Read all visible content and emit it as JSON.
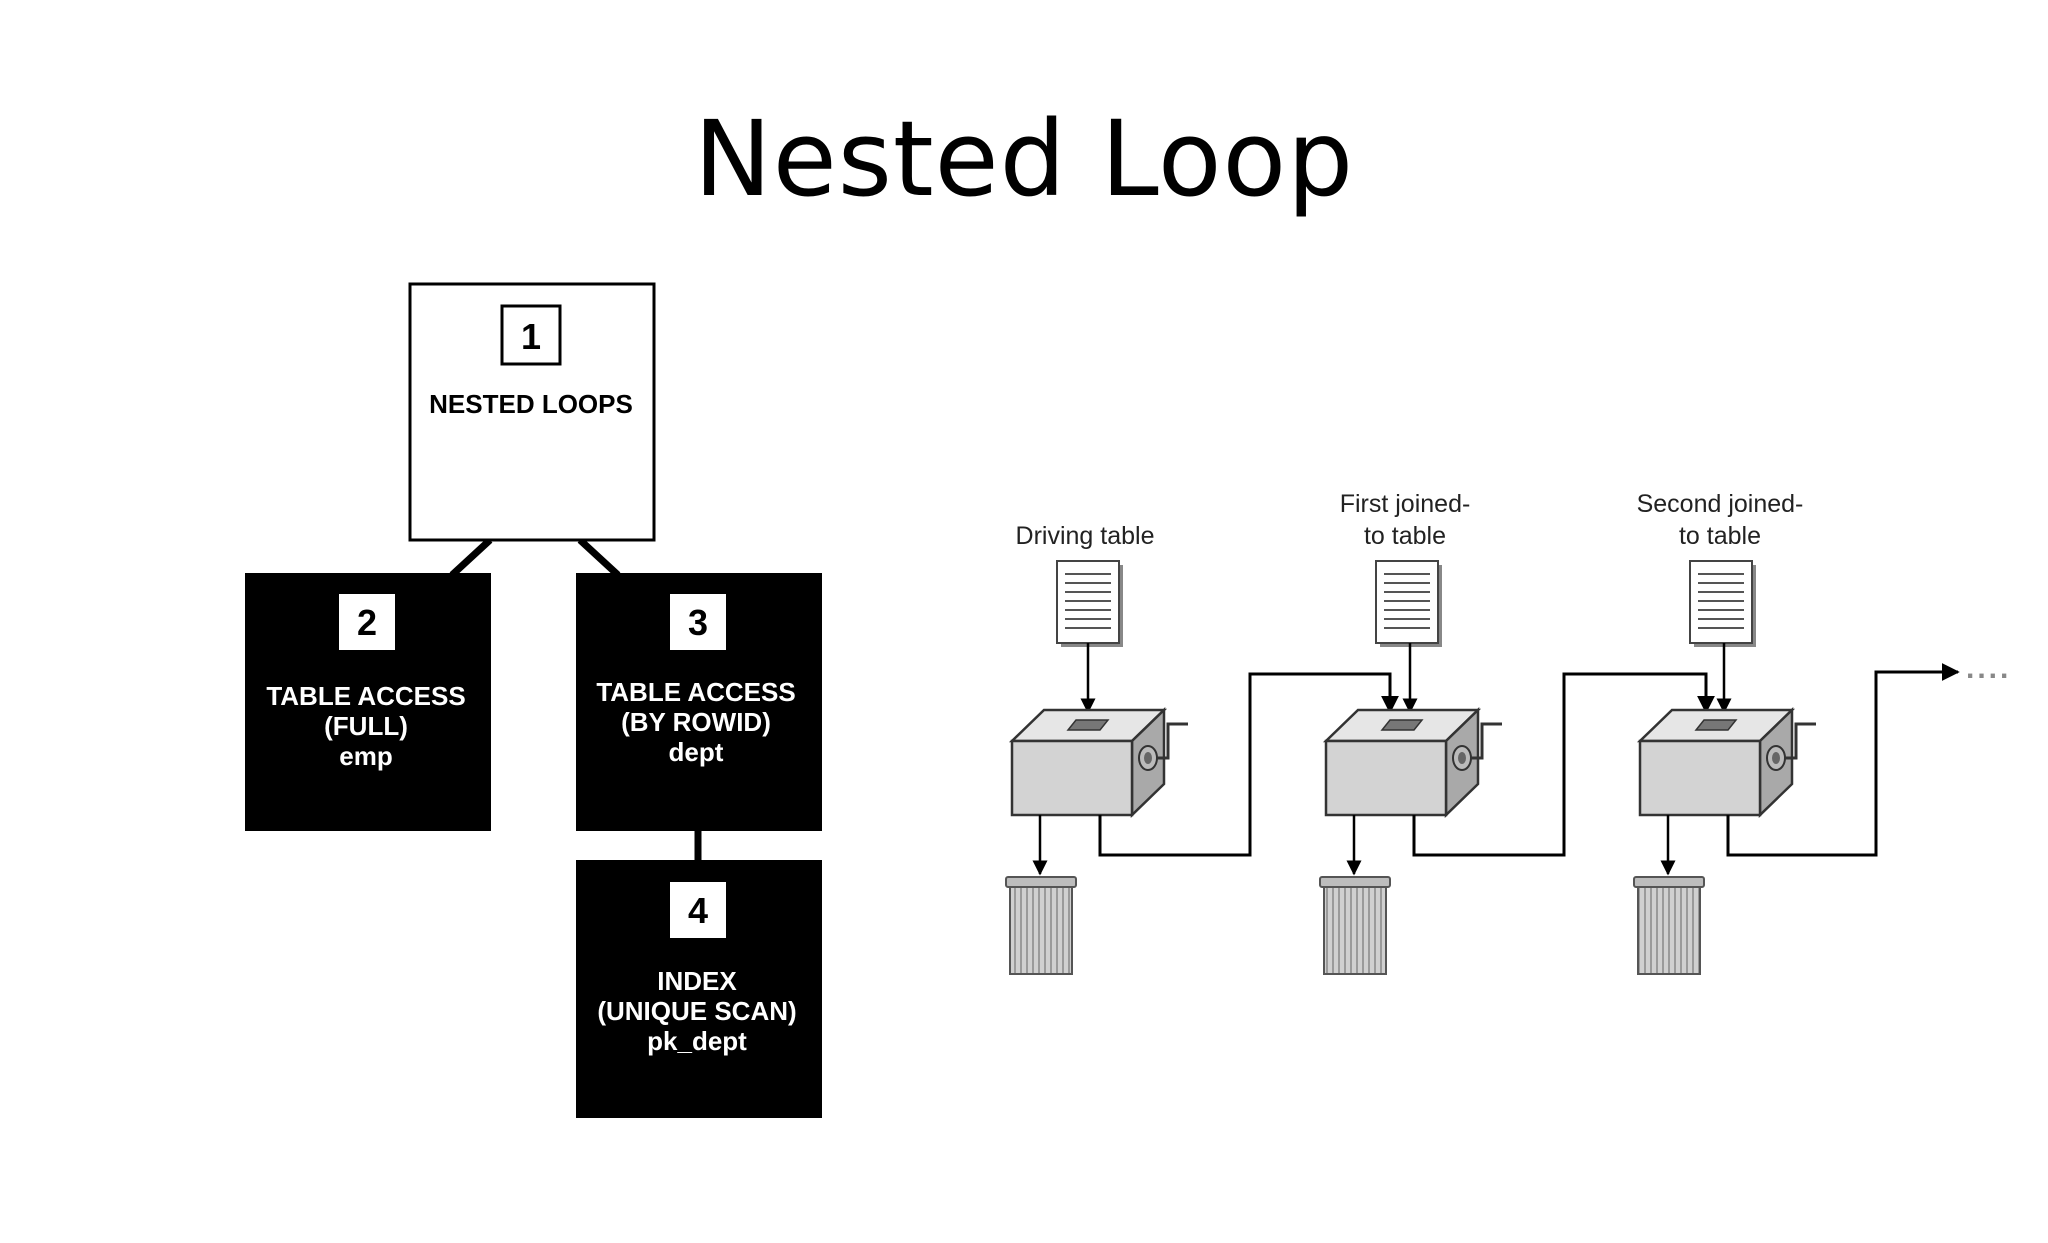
{
  "slide": {
    "title": "Nested Loop"
  },
  "plan": {
    "nodes": [
      {
        "id": "1",
        "lines": [
          "NESTED LOOPS"
        ]
      },
      {
        "id": "2",
        "lines": [
          "TABLE ACCESS",
          "(FULL)",
          "emp"
        ]
      },
      {
        "id": "3",
        "lines": [
          "TABLE ACCESS",
          "(BY ROWID)",
          "dept"
        ]
      },
      {
        "id": "4",
        "lines": [
          "INDEX",
          "(UNIQUE SCAN)",
          "pk_dept"
        ]
      }
    ]
  },
  "pipeline": {
    "stages": [
      {
        "label_lines": [
          "Driving table"
        ]
      },
      {
        "label_lines": [
          "First joined-",
          "to table"
        ]
      },
      {
        "label_lines": [
          "Second joined-",
          "to table"
        ]
      }
    ],
    "continuation": "....",
    "colors": {
      "machine_front": "#d3d3d3",
      "machine_top": "#e6e6e6",
      "machine_side": "#a9a9a9",
      "bin": "#c8c8c8"
    }
  }
}
